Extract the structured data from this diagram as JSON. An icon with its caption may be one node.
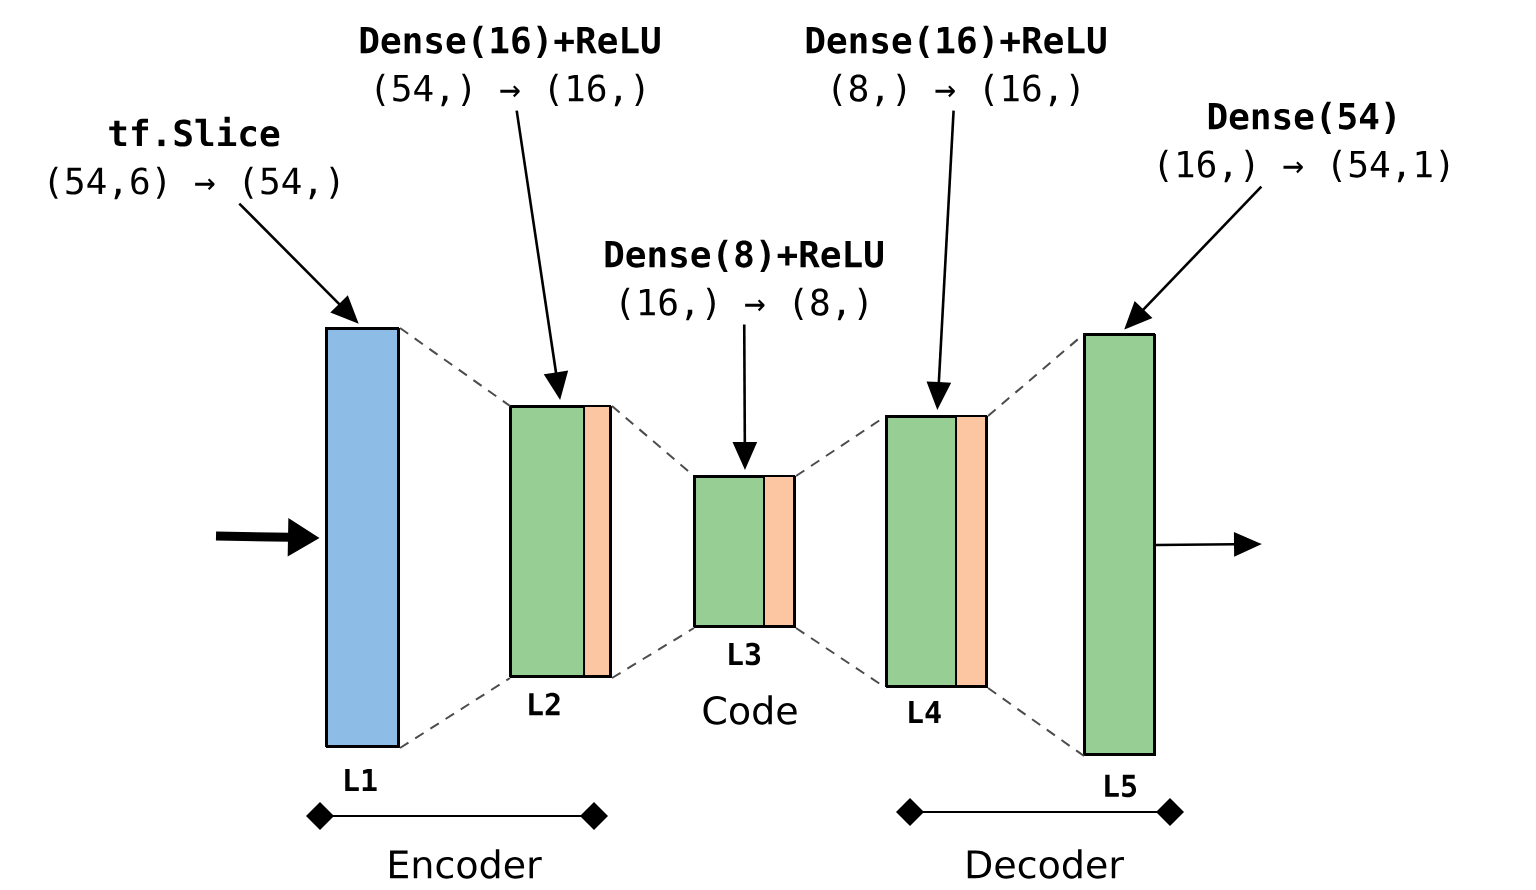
{
  "diagram": {
    "nodes": [
      {
        "text": [
          "tf.Slice",
          "(54,6) → (54,)"
        ]
      },
      {
        "text": [
          "Dense(16)+ReLU",
          "(54,) → (16,)"
        ]
      },
      {
        "text": [
          "Dense(8)+ReLU",
          "(16,) → (8,)"
        ]
      },
      {
        "text": [
          "Dense(16)+ReLU",
          "(8,) → (16,)"
        ]
      },
      {
        "text": [
          "Dense(54)",
          "(16,) → (54,1)"
        ]
      },
      {
        "text": [],
        "shape": "bar",
        "beside": [
          "L1"
        ]
      },
      {
        "text": [],
        "shape": "bar",
        "beside": [
          "L2"
        ]
      },
      {
        "text": [],
        "shape": "bar",
        "beside": [
          "L3"
        ]
      },
      {
        "text": [],
        "shape": "bar",
        "beside": [
          "L4"
        ]
      },
      {
        "text": [],
        "shape": "bar",
        "beside": [
          "L5"
        ]
      }
    ],
    "edges": [
      {
        "from": 0,
        "to": 5,
        "arrow": "to"
      },
      {
        "from": 1,
        "to": 6,
        "arrow": "to"
      },
      {
        "from": 2,
        "to": 7,
        "arrow": "to"
      },
      {
        "from": 3,
        "to": 8,
        "arrow": "to"
      },
      {
        "from": 4,
        "to": 9,
        "arrow": "to"
      },
      {
        "from": null,
        "to": 5,
        "arrow": "to",
        "style": "thick"
      },
      {
        "from": 9,
        "to": null,
        "arrow": "to"
      },
      {
        "from": 5,
        "to": 6,
        "arrow": "none",
        "style": "dashed"
      },
      {
        "from": 5,
        "to": 6,
        "arrow": "none",
        "style": "dashed"
      },
      {
        "from": 6,
        "to": 7,
        "arrow": "none",
        "style": "dashed"
      },
      {
        "from": 6,
        "to": 7,
        "arrow": "none",
        "style": "dashed"
      },
      {
        "from": 7,
        "to": 8,
        "arrow": "none",
        "style": "dashed"
      },
      {
        "from": 7,
        "to": 8,
        "arrow": "none",
        "style": "dashed"
      },
      {
        "from": 8,
        "to": 9,
        "arrow": "none",
        "style": "dashed"
      },
      {
        "from": 8,
        "to": 9,
        "arrow": "none",
        "style": "dashed"
      }
    ],
    "labels": [
      "Code",
      "Encoder",
      "Decoder"
    ]
  }
}
